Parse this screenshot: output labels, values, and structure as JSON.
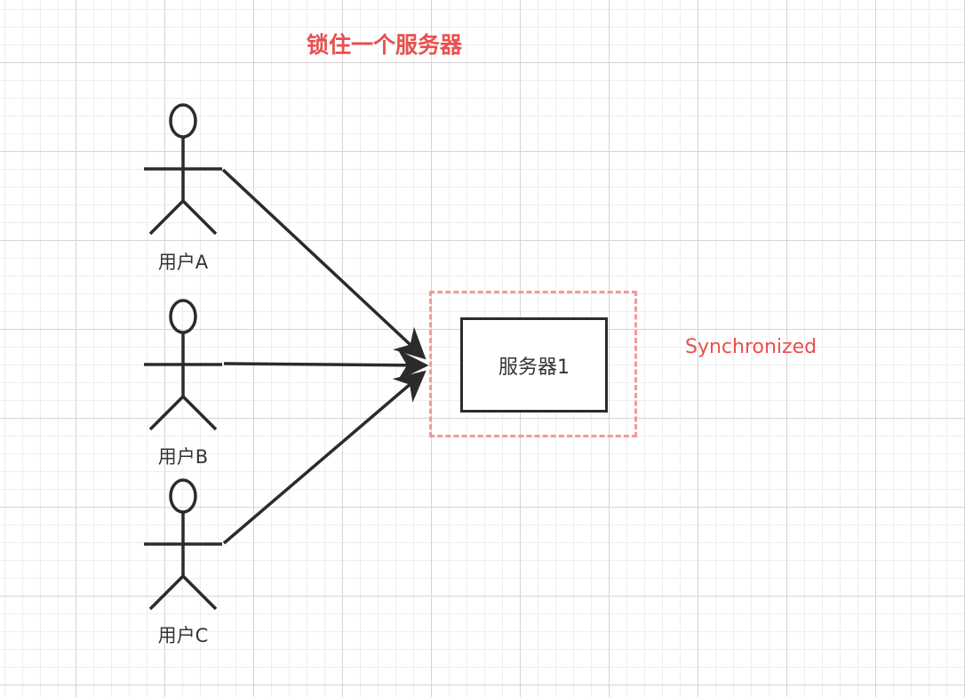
{
  "diagram": {
    "title": "锁住一个服务器",
    "actors": [
      {
        "label": "用户A"
      },
      {
        "label": "用户B"
      },
      {
        "label": "用户C"
      }
    ],
    "lock_label": "Synchronized",
    "server_label": "服务器1",
    "colors": {
      "title": "#e8504f",
      "lock_border": "#f09a99",
      "stroke": "#2b2b2b"
    }
  }
}
